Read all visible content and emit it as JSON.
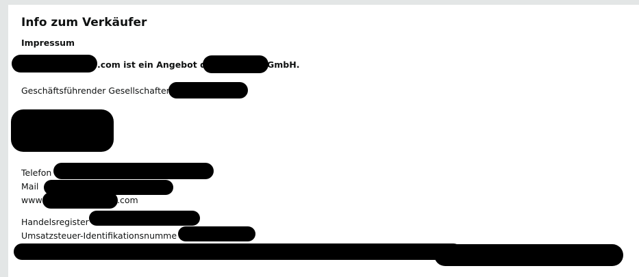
{
  "seller_info": {
    "title": "Info zum Verkäufer",
    "impressum_label": "Impressum",
    "offer_line_domain_suffix": ".com ist ein Angebot de",
    "offer_line_company_suffix": "GmbH.",
    "managing_director_label": "Geschäftsführender Gesellschafter",
    "phone_label": "Telefon",
    "mail_label": "Mail",
    "website_prefix": "www",
    "website_suffix": ".com",
    "commercial_register_label": "Handelsregister",
    "vat_id_label": "Umsatzsteuer-Identifikationsnumme"
  },
  "colors": {
    "page_background": "#e3e6e6",
    "card_background": "#ffffff",
    "text": "#0f1111",
    "redaction": "#000000"
  }
}
